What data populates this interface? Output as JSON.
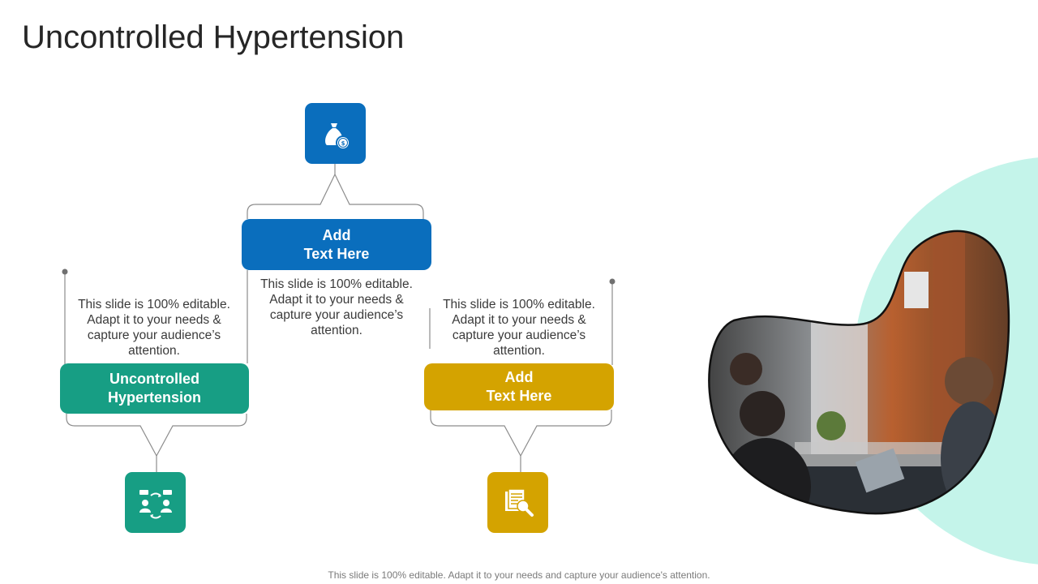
{
  "title": "Uncontrolled Hypertension",
  "colors": {
    "blue": "#0a6ebd",
    "teal": "#179e84",
    "gold": "#d4a300",
    "mint": "#c4f4ea"
  },
  "items": [
    {
      "label": "Uncontrolled\nHypertension",
      "description": "This slide is 100% editable. Adapt it to your needs & capture your audience’s attention.",
      "icon": "team-exchange-icon"
    },
    {
      "label": "Add\nText Here",
      "description": "This slide is 100% editable. Adapt it to your needs & capture your audience’s attention.",
      "icon": "money-bag-icon"
    },
    {
      "label": "Add\nText Here",
      "description": "This slide is 100% editable. Adapt it to your needs & capture your audience’s attention.",
      "icon": "document-search-icon"
    }
  ],
  "photo": {
    "description_icon": "meeting-photo"
  },
  "footer": "This slide is 100% editable. Adapt it to your needs and capture your audience's attention."
}
